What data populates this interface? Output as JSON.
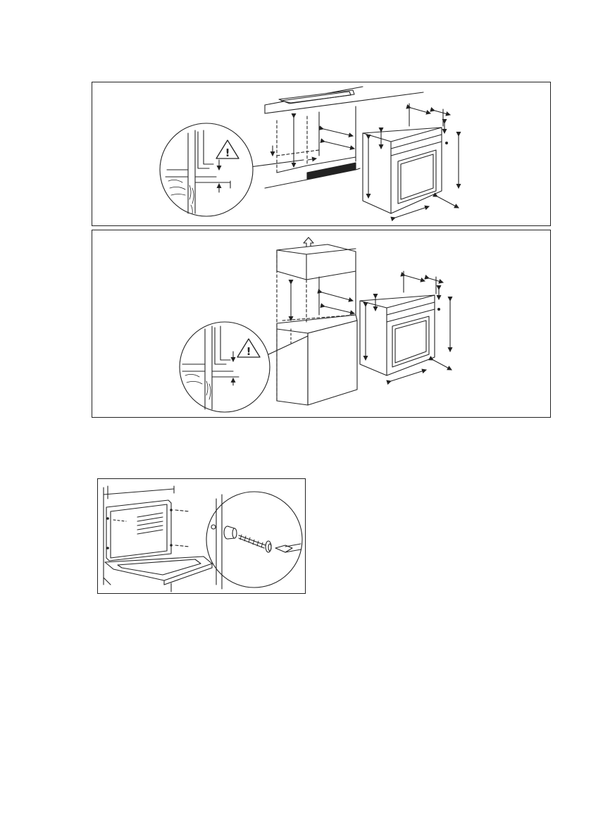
{
  "figures": [
    {
      "id": "undercounter-installation",
      "warning_symbol": "!",
      "icon": "warning-triangle-icon"
    },
    {
      "id": "column-installation",
      "warning_symbol": "!",
      "icon": "warning-triangle-icon"
    },
    {
      "id": "screw-fixing",
      "icon": "screw-icon"
    }
  ],
  "colors": {
    "line": "#222222",
    "background": "#ffffff",
    "vent": "#222222"
  }
}
